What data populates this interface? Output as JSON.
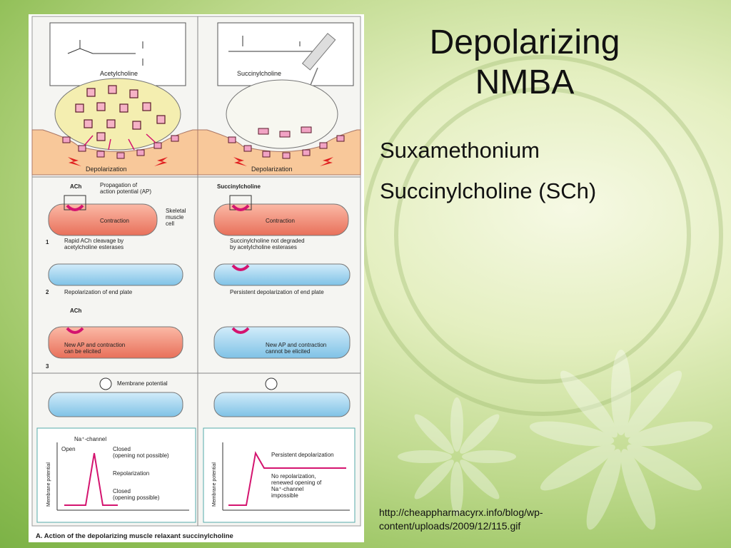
{
  "slide": {
    "title_line1": "Depolarizing",
    "title_line2": "NMBA",
    "bullets": [
      "Suxamethonium",
      "Succinylcholine (SCh)"
    ],
    "source_line1": "http://cheappharmacyrx.info/blog/wp-",
    "source_line2": "content/uploads/2009/12/115.gif"
  },
  "figure": {
    "left": {
      "molecule": "Acetylcholine",
      "depolarization": "Depolarization",
      "ach": "ACh",
      "propagation_1": "Propagation of",
      "propagation_2": "action potential (AP)",
      "contraction": "Contraction",
      "skeletal_1": "Skeletal",
      "skeletal_2": "muscle",
      "skeletal_3": "cell",
      "step1_1": "Rapid ACh cleavage by",
      "step1_2": "acetylcholine esterases",
      "step2": "Repolarization of end plate",
      "ach2": "ACh",
      "step3_1": "New AP and contraction",
      "step3_2": "can be elicited",
      "membrane": "Membrane potential",
      "na_channel": "Na⁺-channel",
      "open": "Open",
      "closed1": "Closed",
      "closed1b": "(opening not possible)",
      "repolarization": "Repolarization",
      "closed2": "Closed",
      "closed2b": "(opening possible)",
      "axis": "Membrane potential"
    },
    "right": {
      "molecule": "Succinylcholine",
      "depolarization": "Depolarization",
      "succ": "Succinylcholine",
      "contraction": "Contraction",
      "step1_1": "Succinylcholine not degraded",
      "step1_2": "by acetylcholine esterases",
      "step2": "Persistent depolarization of end plate",
      "step3_1": "New AP and contraction",
      "step3_2": "cannot be elicited",
      "persistent": "Persistent depolarization",
      "norep_1": "No repolarization,",
      "norep_2": "renewed opening of",
      "norep_3": "Na⁺-channel",
      "norep_4": "impossible",
      "axis": "Membrane potential"
    },
    "numbers": [
      "1",
      "2",
      "3"
    ],
    "caption": "A. Action of the depolarizing muscle relaxant succinylcholine"
  },
  "colors": {
    "accent": "#d4146f",
    "muscle_red": "#f48a74",
    "muscle_blue": "#9fd3ef",
    "vesicle": "#f4eeb0",
    "endplate": "#f8c89a"
  }
}
